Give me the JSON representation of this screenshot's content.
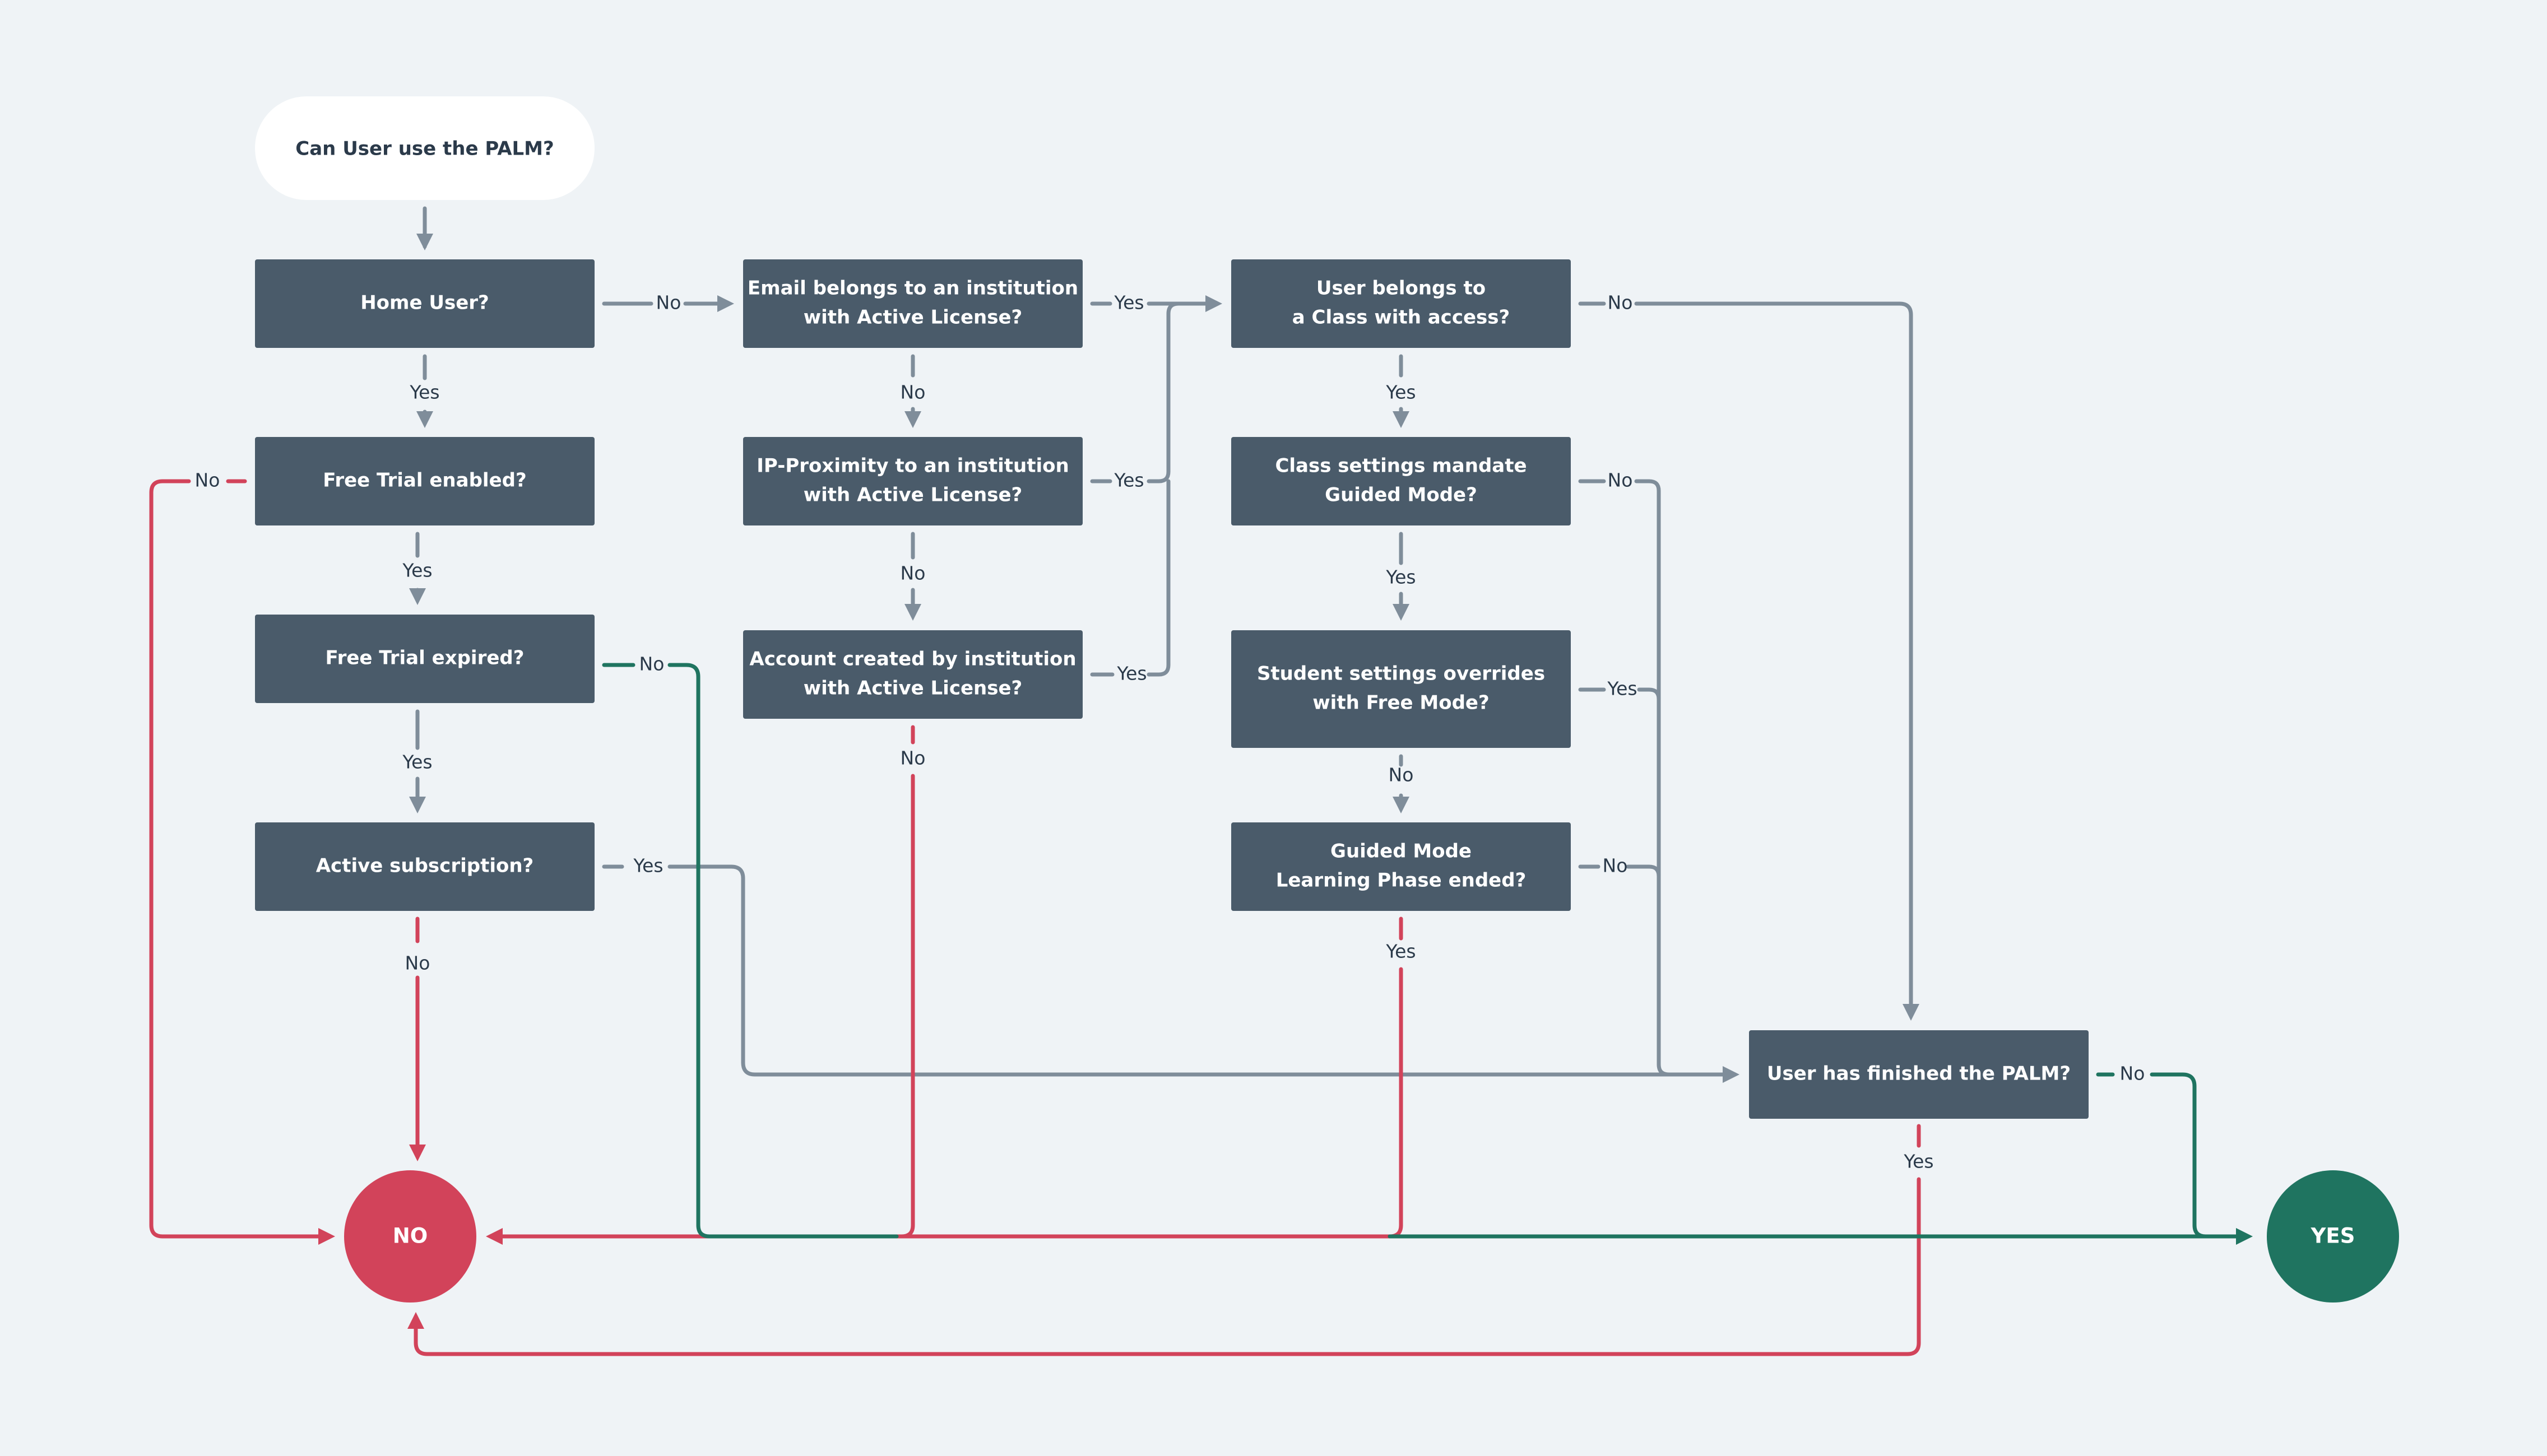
{
  "colors": {
    "background": "#eff3f6",
    "node": "#4a5b6a",
    "flow": "#7f8d9a",
    "no_path": "#d2435a",
    "yes_path": "#1f7460",
    "start_fill": "#ffffff"
  },
  "start": {
    "label": "Can User use the PALM?"
  },
  "nodes": {
    "home_user": {
      "lines": [
        "Home User?"
      ]
    },
    "free_trial_enabled": {
      "lines": [
        "Free Trial enabled?"
      ]
    },
    "free_trial_expired": {
      "lines": [
        "Free Trial expired?"
      ]
    },
    "active_subscription": {
      "lines": [
        "Active subscription?"
      ]
    },
    "email_belongs": {
      "lines": [
        "Email belongs to an institution",
        "with Active License?"
      ]
    },
    "ip_proximity": {
      "lines": [
        "IP-Proximity to an institution",
        "with Active License?"
      ]
    },
    "account_created": {
      "lines": [
        "Account created by institution",
        "with Active License?"
      ]
    },
    "class_access": {
      "lines": [
        "User belongs to",
        "a Class with access?"
      ]
    },
    "class_guided": {
      "lines": [
        "Class settings mandate",
        "Guided Mode?"
      ]
    },
    "student_free": {
      "lines": [
        "Student settings overrides",
        "with Free Mode?"
      ]
    },
    "guided_ended": {
      "lines": [
        "Guided Mode",
        "Learning Phase ended?"
      ]
    },
    "finished_palm": {
      "lines": [
        "User has finished the PALM?"
      ]
    }
  },
  "terminals": {
    "no": "NO",
    "yes": "YES"
  },
  "labels": {
    "yes": "Yes",
    "no": "No"
  }
}
